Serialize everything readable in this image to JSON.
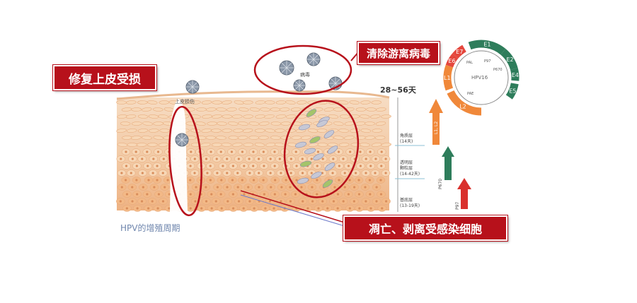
{
  "callouts": {
    "repair": "修复上皮受损",
    "clear_virus": "清除游离病毒",
    "apoptosis": "凋亡、剥离受感染细胞"
  },
  "diagram": {
    "caption": "HPV的增殖周期",
    "wound_label": "上皮损伤",
    "virus_label": "病毒",
    "cycle_duration": "28~56天",
    "layers": [
      {
        "name": "角质层",
        "days": "(14天)"
      },
      {
        "name": "透明层\n颗粒层",
        "days": "(14-42天)"
      },
      {
        "name": "基底层",
        "days": "(13-19天)"
      }
    ],
    "arrows": [
      {
        "label": "L1, L2",
        "color": "#f0883a"
      },
      {
        "label": "P670",
        "color": "#2e7d5b"
      },
      {
        "label": "P97",
        "color": "#d9302c"
      }
    ]
  },
  "genome": {
    "center": "HPV16",
    "promoters": [
      "PAL",
      "P97",
      "P670",
      "PAE"
    ],
    "genes": [
      {
        "label": "E6",
        "color": "#e5473d"
      },
      {
        "label": "E7",
        "color": "#e5473d"
      },
      {
        "label": "E1",
        "color": "#2e7d5b"
      },
      {
        "label": "E2",
        "color": "#2e7d5b"
      },
      {
        "label": "E4",
        "color": "#2e7d5b"
      },
      {
        "label": "E5",
        "color": "#2e7d5b"
      },
      {
        "label": "L2",
        "color": "#f0883a"
      },
      {
        "label": "L1",
        "color": "#f0883a"
      }
    ]
  }
}
